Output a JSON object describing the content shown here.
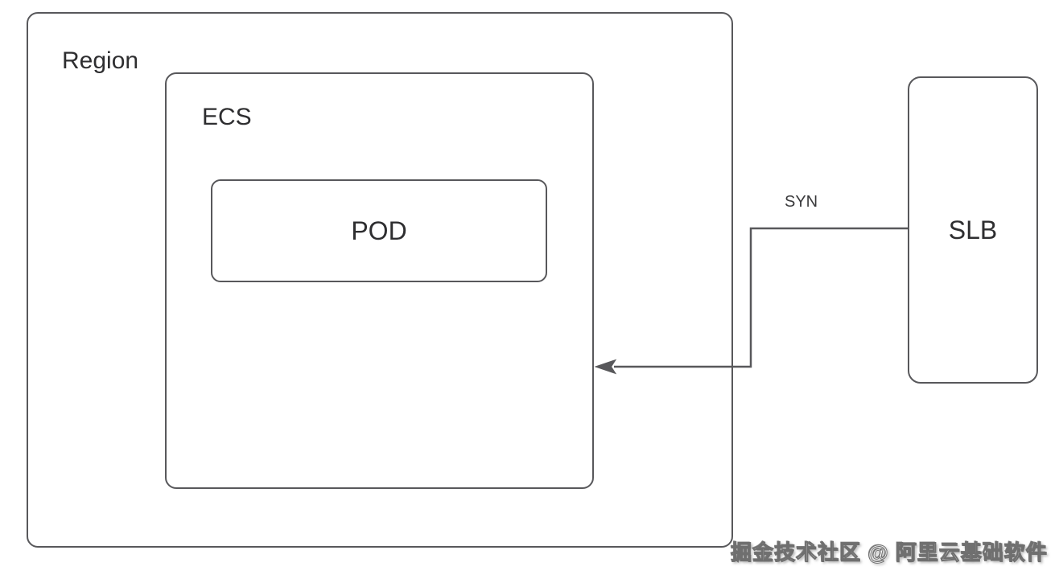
{
  "diagram": {
    "region_label": "Region",
    "ecs_label": "ECS",
    "pod_label": "POD",
    "slb_label": "SLB",
    "syn_label": "SYN"
  },
  "watermark_text": "掘金技术社区 @ 阿里云基础软件",
  "colors": {
    "background": "#ffffff",
    "box_border": "#58585b",
    "label_text": "#2e2e30",
    "arrow": "#58585b",
    "watermark_fill": "#ffffff",
    "watermark_outline": "#6f6f6f"
  }
}
